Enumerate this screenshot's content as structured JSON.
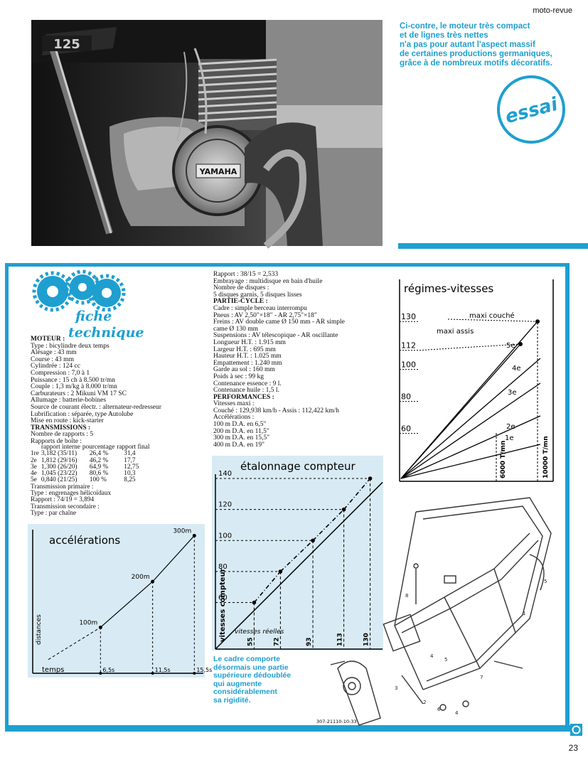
{
  "header": {
    "brand": "moto-revue"
  },
  "photo": {
    "badge_text": "125",
    "engine_brand": "YAMAHA"
  },
  "caption_top": [
    "Ci-contre, le moteur très compact",
    "et de lignes très nettes",
    "n'a pas pour autant l'aspect massif",
    "de certaines productions germaniques,",
    "grâce à de nombreux motifs décoratifs."
  ],
  "stamp": {
    "label": "essai"
  },
  "logo": {
    "line1": "fiche",
    "line2": "technique"
  },
  "col1": {
    "motor_heading": "MOTEUR :",
    "motor_lines": [
      "Type : bicylindre deux temps",
      "Alésage : 43 mm",
      "Course : 43 mm",
      "Cylindrée : 124 cc",
      "Compression : 7,0 à 1",
      "Puissance : 15 ch à 8.500 tr/mn",
      "Couple : 1,3 m/kg à 8.000 tr/mn",
      "Carburateurs : 2 Mikuni VM 17 SC",
      "Allumage : batterie-bobines",
      "Source de courant électr. : alternateur-redresseur",
      "Lubrification : séparée, type Autolube",
      "Mise en route : kick-starter"
    ],
    "trans_heading": "TRANSMISSIONS :",
    "trans_lines": [
      "Nombre de rapports : 5",
      "Rapports de boîte :"
    ],
    "table_headers": [
      "rapport interne",
      "pourcentage",
      "rapport final"
    ],
    "table_rows": [
      {
        "n": "1re",
        "interne": "3,182 (35/11)",
        "pct": "26,4 %",
        "final": "31,4"
      },
      {
        "n": "2e",
        "interne": "1,812 (29/16)",
        "pct": "46,2 %",
        "final": "17,7"
      },
      {
        "n": "3e",
        "interne": "1,300 (26/20)",
        "pct": "64,9 %",
        "final": "12,75"
      },
      {
        "n": "4e",
        "interne": "1,045 (23/22)",
        "pct": "80,6 %",
        "final": "10,3"
      },
      {
        "n": "5e",
        "interne": "0,840 (21/25)",
        "pct": "100 %",
        "final": "8,25"
      }
    ],
    "after_lines": [
      "Transmission primaire :",
      "Type : engrenages hélicoïdaux",
      "Rapport : 74/19 = 3,894",
      "Transmission secondaire :",
      "Type : par chaîne"
    ]
  },
  "col2": {
    "lines_top": [
      "Rapport : 38/15 = 2,533",
      "Embrayage : multidisque en bain d'huile",
      "Nombre de disques :",
      "5 disques garnis, 5 disques lisses"
    ],
    "cycle_heading": "PARTIE-CYCLE :",
    "cycle_lines": [
      "Cadre : simple berceau interrompu",
      "Pneus : AV 2,50\"×18\" - AR 2,75\"×18\"",
      "Freins : AV double came Ø 150 mm - AR simple",
      "came Ø 130 mm",
      "Suspensions : AV télescopique - AR oscillante",
      "Longueur H.T. : 1.915 mm",
      "Largeur H.T. : 695 mm",
      "Hauteur H.T. : 1.025 mm",
      "Empattement : 1.240 mm",
      "Garde au sol : 160 mm",
      "Poids à sec : 99 kg",
      "Contenance essence : 9 l.",
      "Contenance huile : 1,5 l."
    ],
    "perf_heading": "PERFORMANCES :",
    "perf_lines": [
      "Vitesses maxi :",
      "Couché : 129,938 km/h - Assis : 112,422 km/h",
      "Accélérations :",
      "100 m D.A. en 6,5\"",
      "200 m D.A. en 11,5\"",
      "300 m D.A. en 15,5\"",
      "400 m D.A. en 19\""
    ]
  },
  "frame_caption": [
    "Le cadre comporte",
    "désormais une partie",
    "supérieure dédoublée",
    "qui augmente",
    "considérablement",
    "sa rigidité."
  ],
  "frame_ref": "307-21110-10-33",
  "page_number": "23",
  "colors": {
    "accent": "#1e9fd0",
    "panel": "#d8ebf4"
  },
  "chart_data": [
    {
      "type": "line",
      "title": "accélérations",
      "xlabel": "temps",
      "ylabel": "distances",
      "points": [
        {
          "t": 6.5,
          "d": 100,
          "t_label": "6,5s",
          "d_label": "100m"
        },
        {
          "t": 11.5,
          "d": 200,
          "t_label": "11,5s",
          "d_label": "200m"
        },
        {
          "t": 15.5,
          "d": 300,
          "t_label": "15,5s",
          "d_label": "300m"
        }
      ]
    },
    {
      "type": "line",
      "title": "étalonnage compteur",
      "xlabel": "vitesses réelles",
      "ylabel": "vitesses compteur",
      "points": [
        {
          "reel": 55,
          "compteur": 60
        },
        {
          "reel": 72,
          "compteur": 80
        },
        {
          "reel": 93,
          "compteur": 100
        },
        {
          "reel": 113,
          "compteur": 120
        },
        {
          "reel": 130,
          "compteur": 140
        }
      ],
      "y_ticks": [
        "140",
        "120",
        "100",
        "80",
        "60"
      ],
      "x_ticks": [
        "55",
        "72",
        "93",
        "113",
        "130"
      ]
    },
    {
      "type": "line",
      "title": "régimes-vitesses",
      "y_ticks": [
        "130",
        "112",
        "100",
        "80",
        "60"
      ],
      "x_ticks": [
        "6000 T/mn",
        "10000 T/mn"
      ],
      "gears": [
        "1e",
        "2e",
        "3e",
        "4e",
        "5e"
      ],
      "annotations": {
        "couche": "maxi couché",
        "assis": "maxi assis"
      }
    }
  ]
}
